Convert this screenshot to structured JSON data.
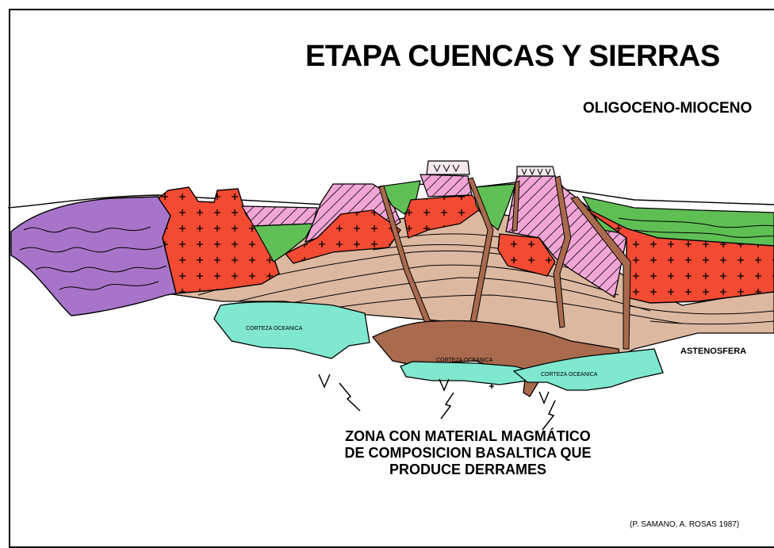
{
  "title": "ETAPA CUENCAS Y SIERRAS",
  "subtitle": "OLIGOCENO-MIOCENO",
  "labels": {
    "astenosfera": "ASTENOSFERA",
    "crust_1": "CORTEZA OCEANICA",
    "crust_2": "CORTEZA OCEANICA",
    "crust_3": "CORTEZA OCEANICA"
  },
  "note": {
    "line1": "ZONA CON MATERIAL MAGMÁTICO",
    "line2": "DE COMPOSICION BASALTICA QUE",
    "line3": "PRODUCE DERRAMES"
  },
  "credit": "(P. SAMANO, A. ROSAS  1987)",
  "colors": {
    "purple_metamorphic": "#a874c9",
    "red_granite": "#f24a33",
    "pink_volcanic": "#f2a6d6",
    "green_sediment": "#5fbf55",
    "tan_basin": "#ddb8a0",
    "brown_magma": "#a96a4e",
    "oceanic_crust": "#7fe8cf"
  }
}
